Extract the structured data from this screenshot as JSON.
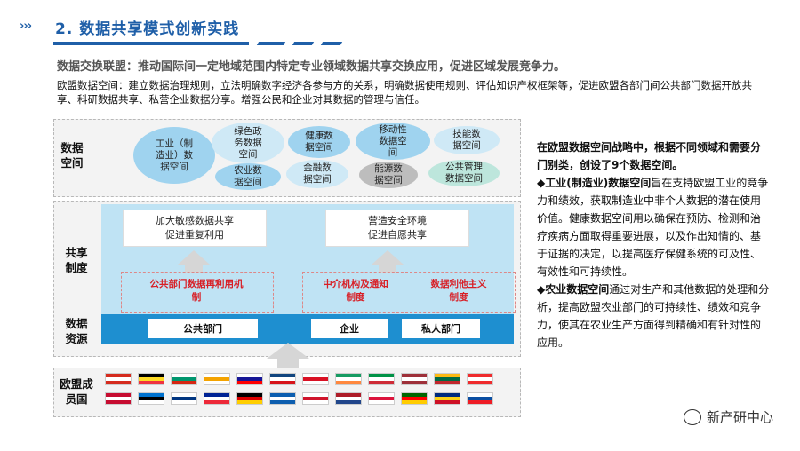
{
  "header": {
    "chevrons": "›››",
    "title": "2. 数据共享模式创新实践"
  },
  "subtitle": "数据交换联盟：推动国际间一定地域范围内特定专业领域数据共享交换应用，促进区域发展竞争力。",
  "intro": "欧盟数据空间：建立数据治理规则，立法明确数字经济各参与方的关系，明确数据使用规则、评估知识产权框架等，促进欧盟各部门间公共部门数据开放共享、科研数据共享、私营企业数据分享。增强公民和企业对其数据的管理与信任。",
  "diagram": {
    "data_space_label": "数据\n空间",
    "spaces": [
      {
        "label": "工业（制\n造业）数\n据空间",
        "style": "dark"
      },
      {
        "label": "绿色政\n务数据\n空间",
        "style": "light"
      },
      {
        "label": "健康数\n据空间",
        "style": "dark"
      },
      {
        "label": "移动性\n数据空\n间",
        "style": "dark"
      },
      {
        "label": "技能数\n据空间",
        "style": "light"
      },
      {
        "label": "农业数\n据空间",
        "style": "dark"
      },
      {
        "label": "金融数\n据空间",
        "style": "light"
      },
      {
        "label": "能源数\n据空间",
        "style": "grey"
      },
      {
        "label": "公共管理\n数据空间",
        "style": "green"
      }
    ],
    "share_label": "共享\n制度",
    "share_boxes": [
      "加大敏感数据共享\n促进重复利用",
      "营造安全环境\n促进自愿共享"
    ],
    "mechanisms": [
      "公共部门数据再利用机\n制",
      "中介机构及通知\n制度",
      "数据利他主义\n制度"
    ],
    "resource_label": "数据\n资源",
    "resources": [
      "公共部门",
      "企业",
      "私人部门"
    ],
    "members_label": "欧盟成\n员国",
    "flag_colors": [
      [
        "#d52b1e",
        "#ffffff",
        "#d52b1e"
      ],
      [
        "#000000",
        "#fdda24",
        "#ef3340"
      ],
      [
        "#ffffff",
        "#00966e",
        "#d62612"
      ],
      [
        "#ffffff",
        "#f4a300",
        "#ffffff"
      ],
      [
        "#ffffff",
        "#171796",
        "#ff0000"
      ],
      [
        "#11457e",
        "#ffffff",
        "#d7141a"
      ],
      [
        "#ffffff",
        "#d91023",
        "#ffffff"
      ],
      [
        "#169b62",
        "#ffffff",
        "#ff883e"
      ],
      [
        "#009246",
        "#ffffff",
        "#ce2b37"
      ],
      [
        "#9e3039",
        "#ffffff",
        "#9e3039"
      ],
      [
        "#fdb913",
        "#006a44",
        "#c1272d"
      ],
      [
        "#ef2b2d",
        "#ffffff",
        "#ef2b2d"
      ],
      [
        "#c60c30",
        "#ffffff",
        "#c60c30"
      ],
      [
        "#0072ce",
        "#000000",
        "#ffffff"
      ],
      [
        "#ffffff",
        "#003580",
        "#ffffff"
      ],
      [
        "#002395",
        "#ffffff",
        "#ed2939"
      ],
      [
        "#000000",
        "#dd0000",
        "#ffce00"
      ],
      [
        "#0d5eaf",
        "#ffffff",
        "#0d5eaf"
      ],
      [
        "#ffffff",
        "#cf142b",
        "#ffffff"
      ],
      [
        "#ae1c28",
        "#ffffff",
        "#21468b"
      ],
      [
        "#ffffff",
        "#dc143c",
        "#ffffff"
      ],
      [
        "#006600",
        "#ff0000",
        "#ffcc00"
      ],
      [
        "#002b7f",
        "#fcd116",
        "#ce1126"
      ],
      [
        "#ffffff",
        "#0b4ea2",
        "#ee1c25"
      ]
    ]
  },
  "right_text": {
    "intro": "在欧盟数据空间战略中，根据不同领域和需要分门别类，创设了9个数据空间。",
    "item1_title": "◆工业(制造业)数据空间",
    "item1_body": "旨在支持欧盟工业的竞争力和绩效，获取制造业中非个人数据的潜在使用价值。健康数据空间用以确保在预防、检测和治疗疾病方面取得重要进展，以及作出知情的、基于证据的决定，以提高医疗保健系统的可及性、有效性和可持续性。",
    "item2_title": "◆农业数据空间",
    "item2_body": "通过对生产和其他数据的处理和分析，提高欧盟农业部门的可持续性、绩效和竞争力，使其在农业生产方面得到精确和有针对性的应用。"
  },
  "watermark": "新产研中心"
}
